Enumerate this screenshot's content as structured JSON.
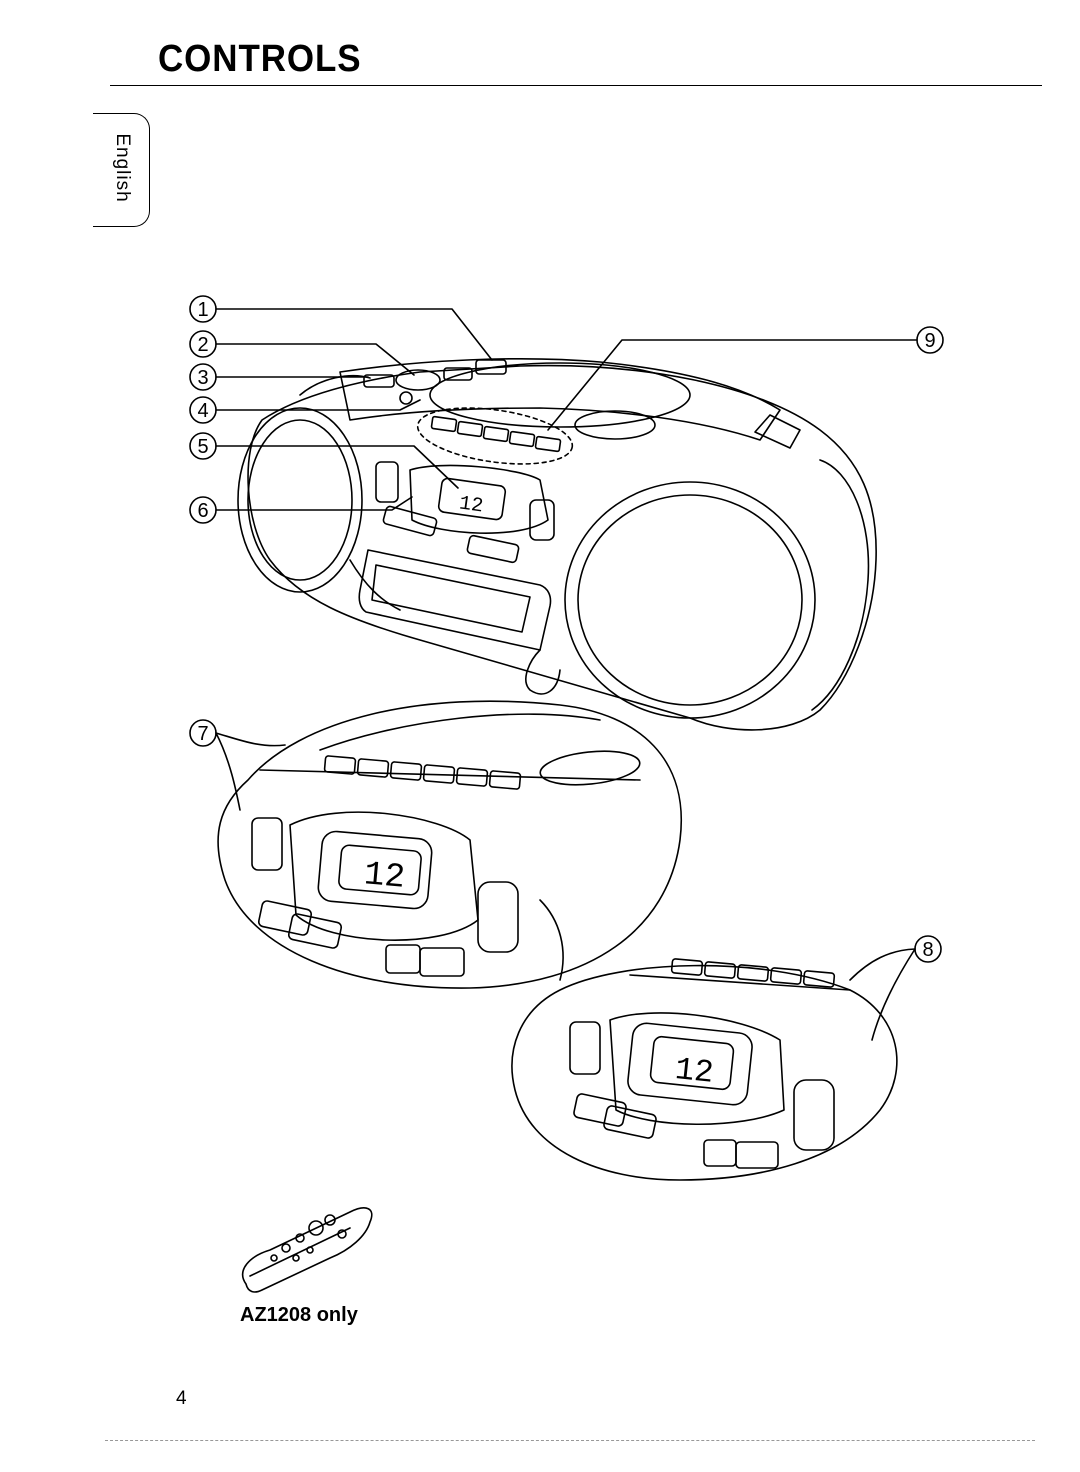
{
  "page": {
    "title": "CONTROLS",
    "language_tab": "English",
    "caption": "AZ1208 only",
    "page_number": "4"
  },
  "callouts": [
    "1",
    "2",
    "3",
    "4",
    "5",
    "6",
    "7",
    "8",
    "9"
  ],
  "display": {
    "main": "12",
    "detail_a": "12",
    "detail_b": "12"
  },
  "icons": {
    "boombox": "cd-radio-cassette-player",
    "remote": "remote-control"
  },
  "colors": {
    "ink": "#000000",
    "paper": "#ffffff"
  }
}
